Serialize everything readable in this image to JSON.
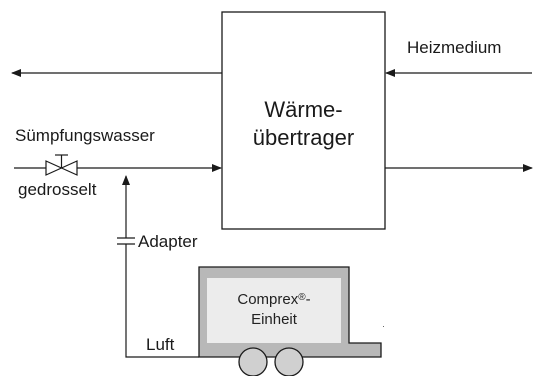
{
  "labels": {
    "heizmedium": "Heizmedium",
    "waermeuebertrager_line1": "Wärme-",
    "waermeuebertrager_line2": "übertrager",
    "suempfungswasser": "Sümpfungswasser",
    "gedrosselt": "gedrosselt",
    "adapter": "Adapter",
    "luft": "Luft",
    "comprex_line1": "Comprex",
    "comprex_sup": "®",
    "comprex_suffix": "-",
    "comprex_line2": "Einheit"
  },
  "colors": {
    "line": "#1a1a1a",
    "trailer_body": "#b8b8b8",
    "trailer_panel": "#ececec",
    "wheel_fill": "#d0d0d0"
  }
}
